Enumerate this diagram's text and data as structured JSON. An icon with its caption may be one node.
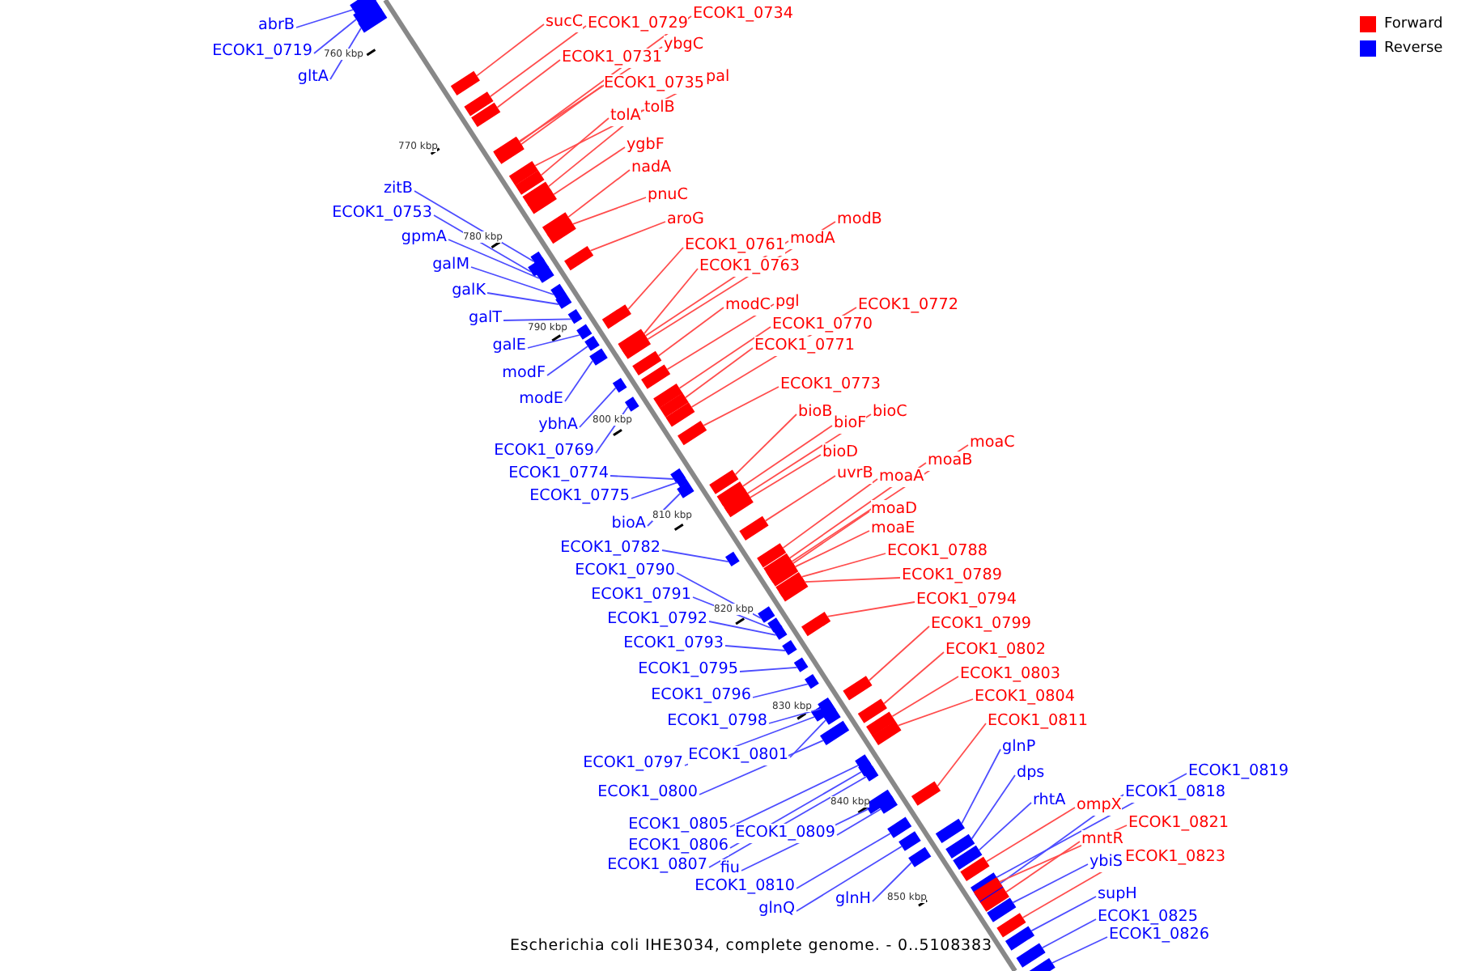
{
  "diagram": {
    "caption": "Escherichia coli IHE3034, complete genome. - 0..5108383",
    "nodes": [
      {
        "text": [
          "abrB"
        ]
      },
      {
        "text": [
          "ECOK1_0719"
        ]
      },
      {
        "text": [
          "gltA"
        ]
      },
      {
        "text": [
          "ECOK1_0734"
        ]
      },
      {
        "text": [
          "sucC"
        ]
      },
      {
        "text": [
          "ECOK1_0729"
        ]
      },
      {
        "text": [
          "ybgC"
        ]
      },
      {
        "text": [
          "ECOK1_0731"
        ]
      },
      {
        "text": [
          "pal"
        ]
      },
      {
        "text": [
          "ECOK1_0735"
        ]
      },
      {
        "text": [
          "tolB"
        ]
      },
      {
        "text": [
          "tolA"
        ]
      },
      {
        "text": [
          "ygbF"
        ]
      },
      {
        "text": [
          "nadA"
        ]
      },
      {
        "text": [
          "zitB"
        ]
      },
      {
        "text": [
          "pnuC"
        ]
      },
      {
        "text": [
          "ECOK1_0753"
        ]
      },
      {
        "text": [
          "modB"
        ]
      },
      {
        "text": [
          "aroG"
        ]
      },
      {
        "text": [
          "gpmA"
        ]
      },
      {
        "text": [
          "modA"
        ]
      },
      {
        "text": [
          "ECOK1_0761"
        ]
      },
      {
        "text": [
          "galM"
        ]
      },
      {
        "text": [
          "ECOK1_0763"
        ]
      },
      {
        "text": [
          "galK"
        ]
      },
      {
        "text": [
          "pgl"
        ]
      },
      {
        "text": [
          "ECOK1_0772"
        ]
      },
      {
        "text": [
          "modC"
        ]
      },
      {
        "text": [
          "galT"
        ]
      },
      {
        "text": [
          "ECOK1_0770"
        ]
      },
      {
        "text": [
          "galE"
        ]
      },
      {
        "text": [
          "ECOK1_0771"
        ]
      },
      {
        "text": [
          "modF"
        ]
      },
      {
        "text": [
          "ECOK1_0773"
        ]
      },
      {
        "text": [
          "modE"
        ]
      },
      {
        "text": [
          "bioB"
        ]
      },
      {
        "text": [
          "bioC"
        ]
      },
      {
        "text": [
          "bioF"
        ]
      },
      {
        "text": [
          "ybhA"
        ]
      },
      {
        "text": [
          "moaC"
        ]
      },
      {
        "text": [
          "ECOK1_0769"
        ]
      },
      {
        "text": [
          "bioD"
        ]
      },
      {
        "text": [
          "moaB"
        ]
      },
      {
        "text": [
          "uvrB"
        ]
      },
      {
        "text": [
          "ECOK1_0774"
        ]
      },
      {
        "text": [
          "moaA"
        ]
      },
      {
        "text": [
          "ECOK1_0775"
        ]
      },
      {
        "text": [
          "moaD"
        ]
      },
      {
        "text": [
          "bioA"
        ]
      },
      {
        "text": [
          "moaE"
        ]
      },
      {
        "text": [
          "ECOK1_0782"
        ]
      },
      {
        "text": [
          "ECOK1_0788"
        ]
      },
      {
        "text": [
          "ECOK1_0790"
        ]
      },
      {
        "text": [
          "ECOK1_0789"
        ]
      },
      {
        "text": [
          "ECOK1_0791"
        ]
      },
      {
        "text": [
          "ECOK1_0794"
        ]
      },
      {
        "text": [
          "ECOK1_0792"
        ]
      },
      {
        "text": [
          "ECOK1_0799"
        ]
      },
      {
        "text": [
          "ECOK1_0793"
        ]
      },
      {
        "text": [
          "ECOK1_0802"
        ]
      },
      {
        "text": [
          "ECOK1_0795"
        ]
      },
      {
        "text": [
          "ECOK1_0803"
        ]
      },
      {
        "text": [
          "ECOK1_0796"
        ]
      },
      {
        "text": [
          "ECOK1_0804"
        ]
      },
      {
        "text": [
          "ECOK1_0798"
        ]
      },
      {
        "text": [
          "ECOK1_0811"
        ]
      },
      {
        "text": [
          "glnP"
        ]
      },
      {
        "text": [
          "ECOK1_0801"
        ]
      },
      {
        "text": [
          "ECOK1_0797"
        ]
      },
      {
        "text": [
          "ECOK1_0819"
        ]
      },
      {
        "text": [
          "dps"
        ]
      },
      {
        "text": [
          "ECOK1_0800"
        ]
      },
      {
        "text": [
          "ECOK1_0818"
        ]
      },
      {
        "text": [
          "rhtA"
        ]
      },
      {
        "text": [
          "ompX"
        ]
      },
      {
        "text": [
          "ECOK1_0821"
        ]
      },
      {
        "text": [
          "ECOK1_0805"
        ]
      },
      {
        "text": [
          "ECOK1_0809"
        ]
      },
      {
        "text": [
          "mntR"
        ]
      },
      {
        "text": [
          "ECOK1_0806"
        ]
      },
      {
        "text": [
          "ECOK1_0823"
        ]
      },
      {
        "text": [
          "ybiS"
        ]
      },
      {
        "text": [
          "ECOK1_0807"
        ]
      },
      {
        "text": [
          "fiu"
        ]
      },
      {
        "text": [
          "ECOK1_0810"
        ]
      },
      {
        "text": [
          "supH"
        ]
      },
      {
        "text": [
          "glnH"
        ]
      },
      {
        "text": [
          "glnQ"
        ]
      },
      {
        "text": [
          "ECOK1_0825"
        ]
      },
      {
        "text": [
          "ECOK1_0826"
        ]
      },
      {
        "text": [],
        "shape": "box"
      },
      {
        "text": [],
        "shape": "box"
      },
      {
        "text": [],
        "shape": "box"
      },
      {
        "text": [],
        "shape": "box"
      },
      {
        "text": [],
        "shape": "box"
      },
      {
        "text": [],
        "shape": "box"
      },
      {
        "text": [],
        "shape": "box"
      },
      {
        "text": [],
        "shape": "box"
      },
      {
        "text": [],
        "shape": "box"
      },
      {
        "text": [],
        "shape": "box"
      },
      {
        "text": [],
        "shape": "box"
      },
      {
        "text": [],
        "shape": "box"
      },
      {
        "text": [],
        "shape": "box"
      },
      {
        "text": [],
        "shape": "box"
      },
      {
        "text": [],
        "shape": "box"
      },
      {
        "text": [],
        "shape": "box"
      },
      {
        "text": [],
        "shape": "box"
      },
      {
        "text": [],
        "shape": "box"
      },
      {
        "text": [],
        "shape": "box"
      },
      {
        "text": [],
        "shape": "box"
      },
      {
        "text": [],
        "shape": "box"
      },
      {
        "text": [],
        "shape": "box"
      },
      {
        "text": [],
        "shape": "box"
      },
      {
        "text": [],
        "shape": "box"
      },
      {
        "text": [],
        "shape": "box"
      },
      {
        "text": [],
        "shape": "box"
      },
      {
        "text": [],
        "shape": "box"
      },
      {
        "text": [],
        "shape": "box"
      },
      {
        "text": [],
        "shape": "box"
      },
      {
        "text": [],
        "shape": "box"
      },
      {
        "text": [],
        "shape": "box"
      },
      {
        "text": [],
        "shape": "box"
      },
      {
        "text": [],
        "shape": "box"
      },
      {
        "text": [],
        "shape": "box"
      },
      {
        "text": [],
        "shape": "box"
      },
      {
        "text": [],
        "shape": "box"
      },
      {
        "text": [],
        "shape": "box"
      },
      {
        "text": [],
        "shape": "box"
      },
      {
        "text": [],
        "shape": "box"
      },
      {
        "text": [],
        "shape": "box"
      },
      {
        "text": [],
        "shape": "box"
      },
      {
        "text": [],
        "shape": "box"
      },
      {
        "text": [],
        "shape": "box"
      },
      {
        "text": [],
        "shape": "box"
      },
      {
        "text": [],
        "shape": "box"
      },
      {
        "text": [],
        "shape": "box"
      },
      {
        "text": [],
        "shape": "box"
      },
      {
        "text": [],
        "shape": "box"
      },
      {
        "text": [],
        "shape": "box"
      },
      {
        "text": [],
        "shape": "box"
      },
      {
        "text": [],
        "shape": "box"
      },
      {
        "text": [],
        "shape": "box"
      },
      {
        "text": [],
        "shape": "box"
      },
      {
        "text": [],
        "shape": "box"
      },
      {
        "text": [],
        "shape": "box"
      },
      {
        "text": [],
        "shape": "box"
      },
      {
        "text": [],
        "shape": "box"
      },
      {
        "text": [],
        "shape": "box"
      },
      {
        "text": [],
        "shape": "box"
      },
      {
        "text": [],
        "shape": "box"
      },
      {
        "text": [],
        "shape": "box"
      },
      {
        "text": [],
        "shape": "box"
      },
      {
        "text": [],
        "shape": "box"
      },
      {
        "text": [],
        "shape": "box"
      },
      {
        "text": [],
        "shape": "box"
      },
      {
        "text": [],
        "shape": "box"
      },
      {
        "text": [],
        "shape": "box"
      },
      {
        "text": [],
        "shape": "box"
      },
      {
        "text": [],
        "shape": "box"
      },
      {
        "text": [],
        "shape": "box"
      },
      {
        "text": [],
        "shape": "box"
      },
      {
        "text": [],
        "shape": "box"
      },
      {
        "text": [],
        "shape": "box"
      },
      {
        "text": [],
        "shape": "box"
      },
      {
        "text": [],
        "shape": "box"
      },
      {
        "text": [],
        "shape": "box"
      },
      {
        "text": [],
        "shape": "box"
      },
      {
        "text": [],
        "shape": "box"
      },
      {
        "text": [],
        "shape": "box"
      },
      {
        "text": [],
        "shape": "box"
      },
      {
        "text": [],
        "shape": "box"
      },
      {
        "text": [],
        "shape": "box"
      },
      {
        "text": [],
        "shape": "box"
      },
      {
        "text": [],
        "shape": "box"
      },
      {
        "text": [],
        "shape": "box"
      },
      {
        "text": [],
        "shape": "box"
      },
      {
        "text": [],
        "shape": "box"
      },
      {
        "text": [],
        "shape": "box"
      },
      {
        "text": [],
        "shape": "box"
      },
      {
        "text": [],
        "shape": "box"
      }
    ],
    "edges": [
      {
        "from": 0,
        "to": 90,
        "arrow": "none"
      },
      {
        "from": 1,
        "to": 91,
        "arrow": "none"
      },
      {
        "from": 2,
        "to": 92,
        "arrow": "none"
      },
      {
        "from": 3,
        "to": 93,
        "arrow": "none",
        "color": "#ff4d4d"
      },
      {
        "from": 4,
        "to": 94,
        "arrow": "none",
        "color": "#ff4d4d"
      },
      {
        "from": 5,
        "to": 95,
        "arrow": "none",
        "color": "#ff4d4d"
      },
      {
        "from": 6,
        "to": 96,
        "arrow": "none",
        "color": "#ff4d4d"
      },
      {
        "from": 7,
        "to": 97,
        "arrow": "none",
        "color": "#ff4d4d"
      },
      {
        "from": 8,
        "to": 98,
        "arrow": "none",
        "color": "#ff4d4d"
      },
      {
        "from": 9,
        "to": 99,
        "arrow": "none",
        "color": "#ff4d4d"
      },
      {
        "from": 10,
        "to": 100,
        "arrow": "none",
        "color": "#ff4d4d"
      },
      {
        "from": 11,
        "to": 101,
        "arrow": "none",
        "color": "#ff4d4d"
      },
      {
        "from": 12,
        "to": 102,
        "arrow": "none",
        "color": "#ff4d4d"
      },
      {
        "from": 13,
        "to": 103,
        "arrow": "none",
        "color": "#ff4d4d"
      },
      {
        "from": 14,
        "to": 104,
        "arrow": "none"
      },
      {
        "from": 15,
        "to": 105,
        "arrow": "none",
        "color": "#ff4d4d"
      },
      {
        "from": 16,
        "to": 106,
        "arrow": "none"
      },
      {
        "from": 17,
        "to": 107,
        "arrow": "none",
        "color": "#ff4d4d"
      },
      {
        "from": 18,
        "to": 108,
        "arrow": "none",
        "color": "#ff4d4d"
      },
      {
        "from": 19,
        "to": 109,
        "arrow": "none"
      },
      {
        "from": 20,
        "to": 110,
        "arrow": "none",
        "color": "#ff4d4d"
      },
      {
        "from": 21,
        "to": 111,
        "arrow": "none",
        "color": "#ff4d4d"
      },
      {
        "from": 22,
        "to": 112,
        "arrow": "none"
      },
      {
        "from": 23,
        "to": 113,
        "arrow": "none",
        "color": "#ff4d4d"
      },
      {
        "from": 24,
        "to": 114,
        "arrow": "none"
      },
      {
        "from": 25,
        "to": 115,
        "arrow": "none",
        "color": "#ff4d4d"
      },
      {
        "from": 26,
        "to": 116,
        "arrow": "none",
        "color": "#ff4d4d"
      },
      {
        "from": 27,
        "to": 117,
        "arrow": "none",
        "color": "#ff4d4d"
      },
      {
        "from": 28,
        "to": 118,
        "arrow": "none"
      },
      {
        "from": 29,
        "to": 119,
        "arrow": "none",
        "color": "#ff4d4d"
      },
      {
        "from": 30,
        "to": 120,
        "arrow": "none"
      },
      {
        "from": 31,
        "to": 121,
        "arrow": "none",
        "color": "#ff4d4d"
      },
      {
        "from": 32,
        "to": 122,
        "arrow": "none"
      },
      {
        "from": 33,
        "to": 123,
        "arrow": "none",
        "color": "#ff4d4d"
      },
      {
        "from": 34,
        "to": 124,
        "arrow": "none"
      },
      {
        "from": 35,
        "to": 125,
        "arrow": "none",
        "color": "#ff4d4d"
      },
      {
        "from": 36,
        "to": 126,
        "arrow": "none",
        "color": "#ff4d4d"
      },
      {
        "from": 37,
        "to": 127,
        "arrow": "none",
        "color": "#ff4d4d"
      },
      {
        "from": 38,
        "to": 128,
        "arrow": "none"
      },
      {
        "from": 39,
        "to": 129,
        "arrow": "none",
        "color": "#ff4d4d"
      },
      {
        "from": 40,
        "to": 130,
        "arrow": "none"
      },
      {
        "from": 41,
        "to": 131,
        "arrow": "none",
        "color": "#ff4d4d"
      },
      {
        "from": 42,
        "to": 132,
        "arrow": "none",
        "color": "#ff4d4d"
      },
      {
        "from": 43,
        "to": 133,
        "arrow": "none",
        "color": "#ff4d4d"
      },
      {
        "from": 44,
        "to": 134,
        "arrow": "none"
      },
      {
        "from": 45,
        "to": 135,
        "arrow": "none",
        "color": "#ff4d4d"
      },
      {
        "from": 46,
        "to": 136,
        "arrow": "none"
      },
      {
        "from": 47,
        "to": 137,
        "arrow": "none",
        "color": "#ff4d4d"
      },
      {
        "from": 48,
        "to": 138,
        "arrow": "none"
      },
      {
        "from": 49,
        "to": 139,
        "arrow": "none",
        "color": "#ff4d4d"
      },
      {
        "from": 50,
        "to": 140,
        "arrow": "none"
      },
      {
        "from": 51,
        "to": 141,
        "arrow": "none",
        "color": "#ff4d4d"
      },
      {
        "from": 52,
        "to": 142,
        "arrow": "none"
      },
      {
        "from": 53,
        "to": 143,
        "arrow": "none",
        "color": "#ff4d4d"
      },
      {
        "from": 54,
        "to": 144,
        "arrow": "none"
      },
      {
        "from": 55,
        "to": 145,
        "arrow": "none",
        "color": "#ff4d4d"
      },
      {
        "from": 56,
        "to": 146,
        "arrow": "none"
      },
      {
        "from": 57,
        "to": 147,
        "arrow": "none",
        "color": "#ff4d4d"
      },
      {
        "from": 58,
        "to": 148,
        "arrow": "none"
      },
      {
        "from": 59,
        "to": 149,
        "arrow": "none",
        "color": "#ff4d4d"
      },
      {
        "from": 60,
        "to": 150,
        "arrow": "none"
      },
      {
        "from": 61,
        "to": 151,
        "arrow": "none",
        "color": "#ff4d4d"
      },
      {
        "from": 62,
        "to": 152,
        "arrow": "none"
      },
      {
        "from": 63,
        "to": 153,
        "arrow": "none",
        "color": "#ff4d4d"
      },
      {
        "from": 64,
        "to": 154,
        "arrow": "none"
      },
      {
        "from": 65,
        "to": 155,
        "arrow": "none",
        "color": "#ff4d4d"
      },
      {
        "from": 66,
        "to": 156,
        "arrow": "none"
      },
      {
        "from": 67,
        "to": 157,
        "arrow": "none"
      },
      {
        "from": 68,
        "to": 158,
        "arrow": "none"
      },
      {
        "from": 69,
        "to": 159,
        "arrow": "none"
      },
      {
        "from": 70,
        "to": 160,
        "arrow": "none"
      },
      {
        "from": 71,
        "to": 161,
        "arrow": "none"
      },
      {
        "from": 72,
        "to": 162,
        "arrow": "none"
      },
      {
        "from": 73,
        "to": 163,
        "arrow": "none"
      },
      {
        "from": 74,
        "to": 164,
        "arrow": "none",
        "color": "#ff4d4d"
      },
      {
        "from": 75,
        "to": 165,
        "arrow": "none",
        "color": "#ff4d4d"
      },
      {
        "from": 76,
        "to": 166,
        "arrow": "none"
      },
      {
        "from": 77,
        "to": 167,
        "arrow": "none"
      },
      {
        "from": 78,
        "to": 168,
        "arrow": "none",
        "color": "#ff4d4d"
      },
      {
        "from": 79,
        "to": 169,
        "arrow": "none"
      },
      {
        "from": 80,
        "to": 170,
        "arrow": "none",
        "color": "#ff4d4d"
      },
      {
        "from": 81,
        "to": 171,
        "arrow": "none"
      },
      {
        "from": 82,
        "to": 172,
        "arrow": "none"
      },
      {
        "from": 83,
        "to": 173,
        "arrow": "none"
      },
      {
        "from": 84,
        "to": 174,
        "arrow": "none"
      },
      {
        "from": 85,
        "to": 175,
        "arrow": "none"
      },
      {
        "from": 86,
        "to": 176,
        "arrow": "none"
      },
      {
        "from": 87,
        "to": 177,
        "arrow": "none"
      },
      {
        "from": 88,
        "to": 178,
        "arrow": "none"
      },
      {
        "from": 89,
        "to": 179,
        "arrow": "none"
      }
    ],
    "labels": [
      "760 kbp",
      "770 kbp",
      "780 kbp",
      "790 kbp",
      "800 kbp",
      "810 kbp",
      "820 kbp",
      "830 kbp",
      "840 kbp",
      "850 kbp"
    ],
    "legend": [
      {
        "text": "Forward",
        "color": "#ff0000"
      },
      {
        "text": "Reverse",
        "color": "#0000ff"
      }
    ]
  }
}
